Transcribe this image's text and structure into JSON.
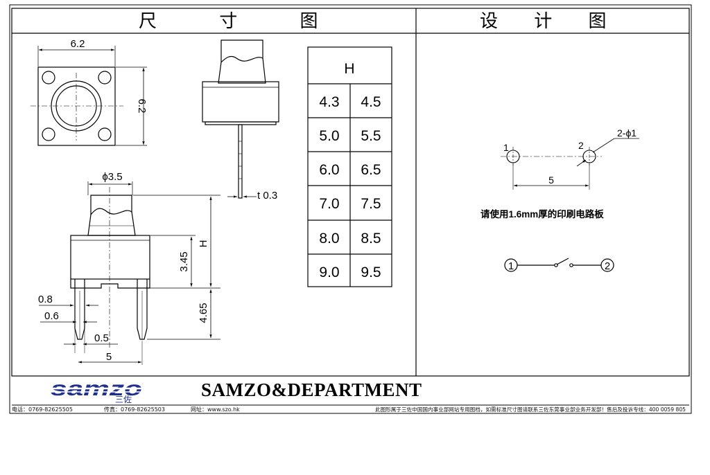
{
  "header": {
    "left_title": "尺 寸 图",
    "right_title": "设 计 图"
  },
  "top_view": {
    "width_dim": "6.2",
    "height_dim": "6.2"
  },
  "front_view": {
    "diameter_dim": "ϕ3.5",
    "h_label": "H",
    "body_height": "3.45",
    "pin_length": "4.65",
    "pin_width_outer": "0.8",
    "pin_width_inner": "0.6",
    "pin_gap": "0.5",
    "pin_spacing": "5"
  },
  "side_view": {
    "thickness": "t 0.3"
  },
  "h_table": {
    "header": "H",
    "rows": [
      [
        "4.3",
        "4.5"
      ],
      [
        "5.0",
        "5.5"
      ],
      [
        "6.0",
        "6.5"
      ],
      [
        "7.0",
        "7.5"
      ],
      [
        "8.0",
        "8.5"
      ],
      [
        "9.0",
        "9.5"
      ]
    ]
  },
  "pcb_layout": {
    "pad1": "1",
    "pad2": "2",
    "hole_spec": "2-ϕ1",
    "spacing": "5",
    "note": "请使用1.6mm厚的印刷电路板"
  },
  "schematic": {
    "terminal1": "1",
    "terminal2": "2"
  },
  "brand": {
    "logo_text": "samzo",
    "logo_chinese": "三佐",
    "department": "SAMZO&DEPARTMENT"
  },
  "footer": {
    "phone": "电话：0769-82625505",
    "fax": "传真：0769-82625503",
    "website": "网址：www.szo.hk",
    "notice": "此图形属于三佐中国国内事业部网站专用图档，如需标准尺寸图请联系三佐东莞事业部业务开发部！售后及投诉专线：400 0059 805"
  },
  "colors": {
    "ink": "#000000",
    "logo_blue": "#1e2f8c"
  }
}
